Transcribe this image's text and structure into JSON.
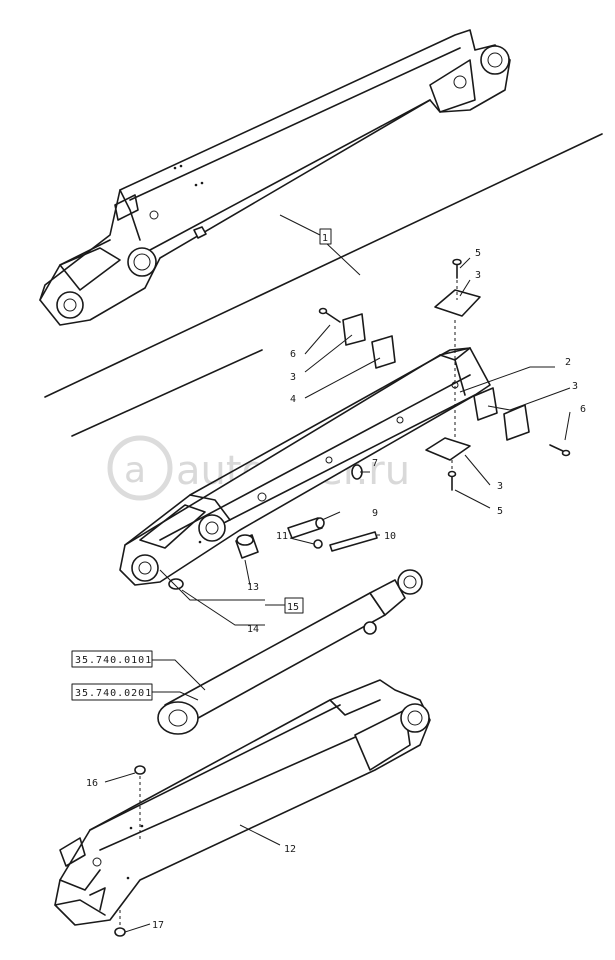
{
  "watermark": "autopiter.ru",
  "callouts": [
    {
      "id": "c1",
      "label": "1"
    },
    {
      "id": "c2",
      "label": "2"
    },
    {
      "id": "c3a",
      "label": "3"
    },
    {
      "id": "c3b",
      "label": "3"
    },
    {
      "id": "c3c",
      "label": "3"
    },
    {
      "id": "c3d",
      "label": "3"
    },
    {
      "id": "c4",
      "label": "4"
    },
    {
      "id": "c5a",
      "label": "5"
    },
    {
      "id": "c5b",
      "label": "5"
    },
    {
      "id": "c6a",
      "label": "6"
    },
    {
      "id": "c6b",
      "label": "6"
    },
    {
      "id": "c7",
      "label": "7"
    },
    {
      "id": "c9",
      "label": "9"
    },
    {
      "id": "c10",
      "label": "10"
    },
    {
      "id": "c11",
      "label": "11"
    },
    {
      "id": "c12",
      "label": "12"
    },
    {
      "id": "c13",
      "label": "13"
    },
    {
      "id": "c14",
      "label": "14"
    },
    {
      "id": "c15",
      "label": "15"
    },
    {
      "id": "c16",
      "label": "16"
    },
    {
      "id": "c17",
      "label": "17"
    }
  ],
  "references": {
    "ref1": "35.740.0101",
    "ref2": "35.740.0201"
  }
}
